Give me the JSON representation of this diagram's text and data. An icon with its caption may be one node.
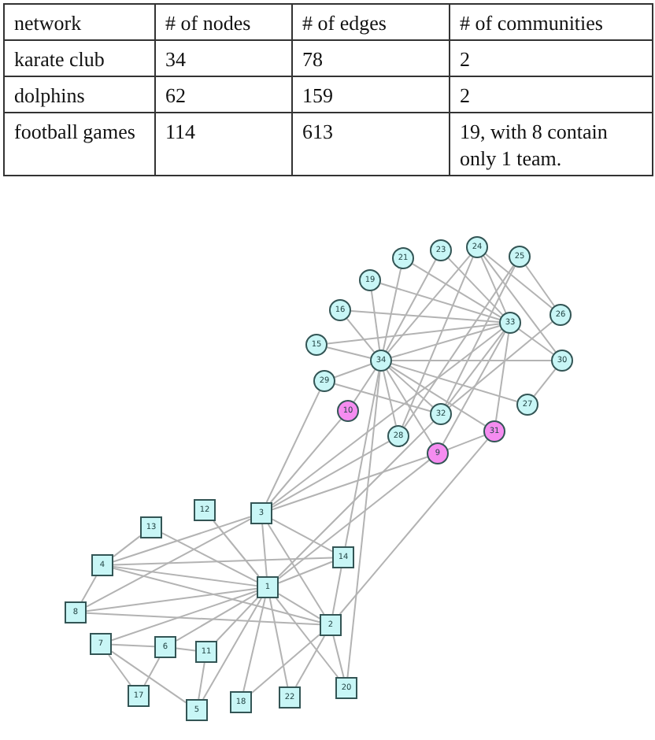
{
  "diagram": {
    "nodes": [
      {
        "text": [
          "1"
        ]
      },
      {
        "text": [
          "2"
        ]
      },
      {
        "text": [
          "3"
        ]
      },
      {
        "text": [
          "4"
        ]
      },
      {
        "text": [
          "5"
        ]
      },
      {
        "text": [
          "6"
        ]
      },
      {
        "text": [
          "7"
        ]
      },
      {
        "text": [
          "8"
        ]
      },
      {
        "text": [
          "9"
        ]
      },
      {
        "text": [
          "10"
        ]
      },
      {
        "text": [
          "11"
        ]
      },
      {
        "text": [
          "12"
        ]
      },
      {
        "text": [
          "13"
        ]
      },
      {
        "text": [
          "14"
        ]
      },
      {
        "text": [
          "15"
        ]
      },
      {
        "text": [
          "16"
        ]
      },
      {
        "text": [
          "17"
        ]
      },
      {
        "text": [
          "18"
        ]
      },
      {
        "text": [
          "19"
        ]
      },
      {
        "text": [
          "20"
        ]
      },
      {
        "text": [
          "21"
        ]
      },
      {
        "text": [
          "22"
        ]
      },
      {
        "text": [
          "23"
        ]
      },
      {
        "text": [
          "24"
        ]
      },
      {
        "text": [
          "25"
        ]
      },
      {
        "text": [
          "26"
        ]
      },
      {
        "text": [
          "27"
        ]
      },
      {
        "text": [
          "28"
        ]
      },
      {
        "text": [
          "29"
        ]
      },
      {
        "text": [
          "30"
        ]
      },
      {
        "text": [
          "31"
        ]
      },
      {
        "text": [
          "32"
        ]
      },
      {
        "text": [
          "33"
        ]
      },
      {
        "text": [
          "34"
        ]
      }
    ],
    "edges": [
      {
        "from": 0,
        "to": 1,
        "arrow": "none"
      },
      {
        "from": 0,
        "to": 2,
        "arrow": "none"
      },
      {
        "from": 0,
        "to": 3,
        "arrow": "none"
      },
      {
        "from": 0,
        "to": 4,
        "arrow": "none"
      },
      {
        "from": 0,
        "to": 5,
        "arrow": "none"
      },
      {
        "from": 0,
        "to": 6,
        "arrow": "none"
      },
      {
        "from": 0,
        "to": 7,
        "arrow": "none"
      },
      {
        "from": 0,
        "to": 8,
        "arrow": "none"
      },
      {
        "from": 0,
        "to": 10,
        "arrow": "none"
      },
      {
        "from": 0,
        "to": 11,
        "arrow": "none"
      },
      {
        "from": 0,
        "to": 12,
        "arrow": "none"
      },
      {
        "from": 0,
        "to": 13,
        "arrow": "none"
      },
      {
        "from": 0,
        "to": 17,
        "arrow": "none"
      },
      {
        "from": 0,
        "to": 19,
        "arrow": "none"
      },
      {
        "from": 0,
        "to": 21,
        "arrow": "none"
      },
      {
        "from": 0,
        "to": 31,
        "arrow": "none"
      },
      {
        "from": 1,
        "to": 2,
        "arrow": "none"
      },
      {
        "from": 1,
        "to": 3,
        "arrow": "none"
      },
      {
        "from": 1,
        "to": 7,
        "arrow": "none"
      },
      {
        "from": 1,
        "to": 13,
        "arrow": "none"
      },
      {
        "from": 1,
        "to": 17,
        "arrow": "none"
      },
      {
        "from": 1,
        "to": 19,
        "arrow": "none"
      },
      {
        "from": 1,
        "to": 21,
        "arrow": "none"
      },
      {
        "from": 1,
        "to": 30,
        "arrow": "none"
      },
      {
        "from": 2,
        "to": 3,
        "arrow": "none"
      },
      {
        "from": 2,
        "to": 7,
        "arrow": "none"
      },
      {
        "from": 2,
        "to": 8,
        "arrow": "none"
      },
      {
        "from": 2,
        "to": 9,
        "arrow": "none"
      },
      {
        "from": 2,
        "to": 13,
        "arrow": "none"
      },
      {
        "from": 2,
        "to": 27,
        "arrow": "none"
      },
      {
        "from": 2,
        "to": 28,
        "arrow": "none"
      },
      {
        "from": 2,
        "to": 32,
        "arrow": "none"
      },
      {
        "from": 3,
        "to": 7,
        "arrow": "none"
      },
      {
        "from": 3,
        "to": 12,
        "arrow": "none"
      },
      {
        "from": 3,
        "to": 13,
        "arrow": "none"
      },
      {
        "from": 4,
        "to": 6,
        "arrow": "none"
      },
      {
        "from": 4,
        "to": 10,
        "arrow": "none"
      },
      {
        "from": 5,
        "to": 6,
        "arrow": "none"
      },
      {
        "from": 5,
        "to": 10,
        "arrow": "none"
      },
      {
        "from": 5,
        "to": 16,
        "arrow": "none"
      },
      {
        "from": 6,
        "to": 16,
        "arrow": "none"
      },
      {
        "from": 8,
        "to": 30,
        "arrow": "none"
      },
      {
        "from": 8,
        "to": 32,
        "arrow": "none"
      },
      {
        "from": 8,
        "to": 33,
        "arrow": "none"
      },
      {
        "from": 9,
        "to": 33,
        "arrow": "none"
      },
      {
        "from": 13,
        "to": 33,
        "arrow": "none"
      },
      {
        "from": 14,
        "to": 32,
        "arrow": "none"
      },
      {
        "from": 14,
        "to": 33,
        "arrow": "none"
      },
      {
        "from": 15,
        "to": 32,
        "arrow": "none"
      },
      {
        "from": 15,
        "to": 33,
        "arrow": "none"
      },
      {
        "from": 18,
        "to": 32,
        "arrow": "none"
      },
      {
        "from": 18,
        "to": 33,
        "arrow": "none"
      },
      {
        "from": 19,
        "to": 33,
        "arrow": "none"
      },
      {
        "from": 20,
        "to": 32,
        "arrow": "none"
      },
      {
        "from": 20,
        "to": 33,
        "arrow": "none"
      },
      {
        "from": 22,
        "to": 32,
        "arrow": "none"
      },
      {
        "from": 22,
        "to": 33,
        "arrow": "none"
      },
      {
        "from": 23,
        "to": 25,
        "arrow": "none"
      },
      {
        "from": 23,
        "to": 27,
        "arrow": "none"
      },
      {
        "from": 23,
        "to": 29,
        "arrow": "none"
      },
      {
        "from": 23,
        "to": 32,
        "arrow": "none"
      },
      {
        "from": 23,
        "to": 33,
        "arrow": "none"
      },
      {
        "from": 24,
        "to": 25,
        "arrow": "none"
      },
      {
        "from": 24,
        "to": 27,
        "arrow": "none"
      },
      {
        "from": 24,
        "to": 31,
        "arrow": "none"
      },
      {
        "from": 25,
        "to": 31,
        "arrow": "none"
      },
      {
        "from": 26,
        "to": 29,
        "arrow": "none"
      },
      {
        "from": 26,
        "to": 33,
        "arrow": "none"
      },
      {
        "from": 27,
        "to": 33,
        "arrow": "none"
      },
      {
        "from": 28,
        "to": 31,
        "arrow": "none"
      },
      {
        "from": 28,
        "to": 33,
        "arrow": "none"
      },
      {
        "from": 29,
        "to": 32,
        "arrow": "none"
      },
      {
        "from": 29,
        "to": 33,
        "arrow": "none"
      },
      {
        "from": 30,
        "to": 32,
        "arrow": "none"
      },
      {
        "from": 30,
        "to": 33,
        "arrow": "none"
      },
      {
        "from": 31,
        "to": 32,
        "arrow": "none"
      },
      {
        "from": 31,
        "to": 33,
        "arrow": "none"
      },
      {
        "from": 32,
        "to": 33,
        "arrow": "none"
      }
    ],
    "labels": [
      "network",
      "# of nodes",
      "# of edges",
      "# of communities",
      "karate club",
      "34",
      "78",
      "2",
      "dolphins",
      "62",
      "159",
      "2",
      "football games",
      "114",
      "613",
      "19, with 8 contain only 1 team."
    ]
  }
}
